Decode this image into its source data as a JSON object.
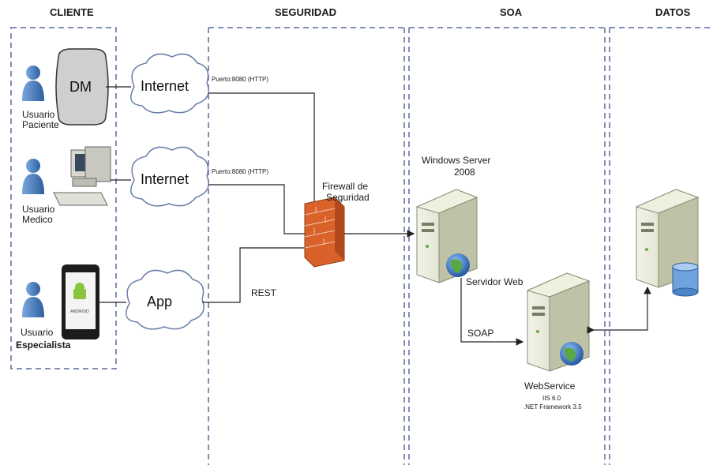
{
  "columns": {
    "cliente": "CLIENTE",
    "seguridad": "SEGURIDAD",
    "soa": "SOA",
    "datos": "DATOS"
  },
  "clients": [
    {
      "name_line1": "Usuario",
      "name_line2": "Paciente",
      "device": "DM",
      "cloud": "Internet",
      "port": "Puerto:8080 (HTTP)"
    },
    {
      "name_line1": "Usuario",
      "name_line2": "Medico",
      "device": "desktop-computer",
      "cloud": "Internet",
      "port": "Puerto:8080 (HTTP)"
    },
    {
      "name_line1": "Usuario",
      "name_line2": "Especialista",
      "device": "android-phone",
      "cloud": "App",
      "link": "REST"
    }
  ],
  "firewall": {
    "line1": "Firewall de",
    "line2": "Seguridad"
  },
  "web_server": {
    "line1": "Windows Server",
    "line2": "2008",
    "label": "Servidor Web"
  },
  "soap_label": "SOAP",
  "webservice": {
    "title": "WebService",
    "iis": "IIS 6.0",
    "framework": ".NET Framework 3.5"
  },
  "colors": {
    "dash": "#5a6a9a",
    "firewall": "#d9622b",
    "server": "#d8dcc4",
    "person": "#4a7fc0",
    "globe": "#2e6fb8"
  }
}
